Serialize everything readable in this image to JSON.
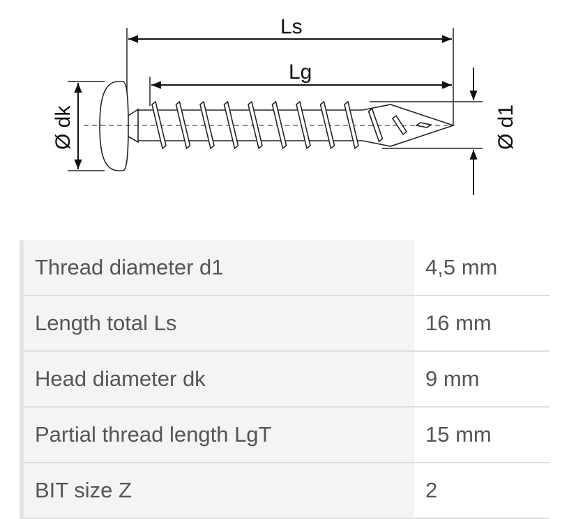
{
  "drawing": {
    "labels": {
      "total_length": "Ls",
      "thread_length": "Lg",
      "head_diameter": "Ø dk",
      "thread_diameter": "Ø d1"
    }
  },
  "specs": [
    {
      "label": "Thread diameter d1",
      "value": "4,5 mm"
    },
    {
      "label": "Length total Ls",
      "value": "16 mm"
    },
    {
      "label": "Head diameter dk",
      "value": "9 mm"
    },
    {
      "label": "Partial thread length LgT",
      "value": "15 mm"
    },
    {
      "label": "BIT size Z",
      "value": "2"
    }
  ]
}
